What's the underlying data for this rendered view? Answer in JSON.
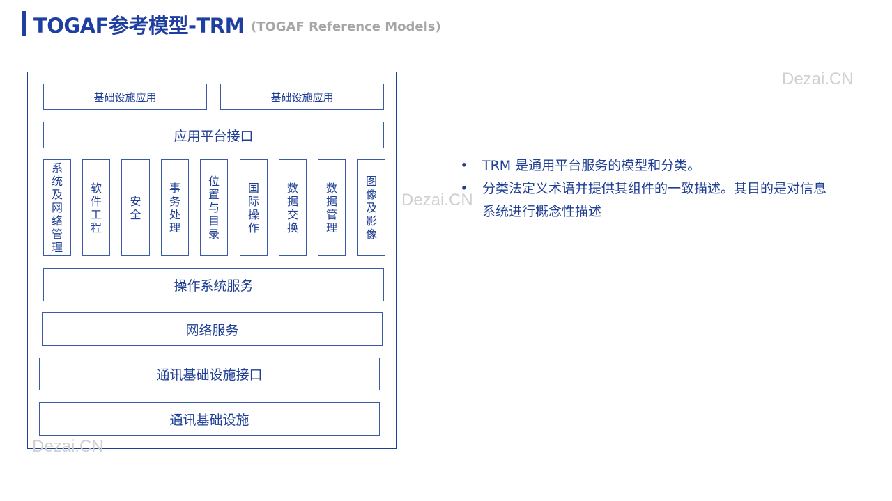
{
  "header": {
    "title": "TOGAF参考模型-TRM",
    "subtitle": "(TOGAF Reference Models)"
  },
  "diagram": {
    "app_infra_left": "基础设施应用",
    "app_infra_right": "基础设施应用",
    "app_platform_interface": "应用平台接口",
    "services": [
      "系统及网络管理",
      "软件工程",
      "安全",
      "事务处理",
      "位置与目录",
      "国际操作",
      "数据交换",
      "数据管理",
      "图像及影像"
    ],
    "os_services": "操作系统服务",
    "network_services": "网络服务",
    "comm_infra_interface": "通讯基础设施接口",
    "comm_infra": "通讯基础设施"
  },
  "bullets": [
    "TRM 是通用平台服务的模型和分类。",
    "分类法定义术语并提供其组件的一致描述。其目的是对信息系统进行概念性描述"
  ],
  "bullet_glyph": "•",
  "watermarks": [
    "Dezai.CN",
    "Dezai.CN",
    "Dezai.CN"
  ],
  "colors": {
    "primary": "#1f3fa0",
    "subtitle": "#a6a6a6",
    "watermark": "#d0d0d0"
  }
}
